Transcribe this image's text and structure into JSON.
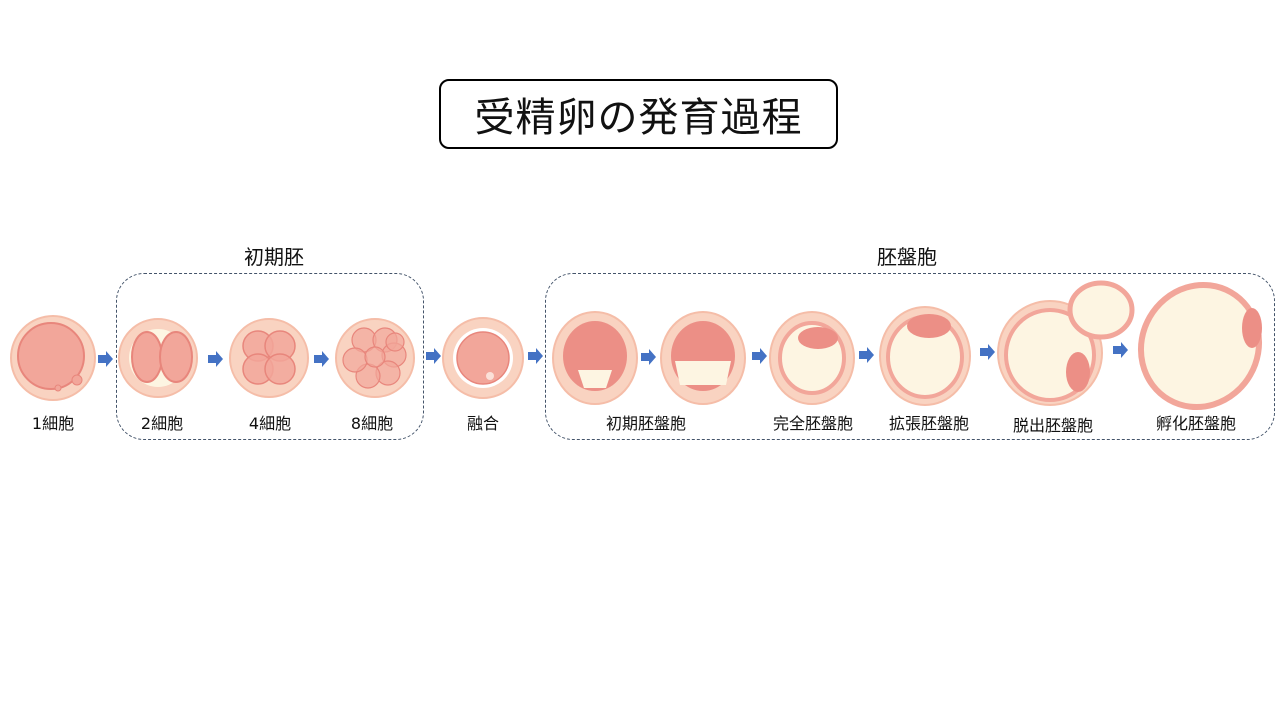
{
  "title": "受精卵の発育過程",
  "groups": {
    "early_embryo": "初期胚",
    "blastocyst": "胚盤胞"
  },
  "stages": [
    "1細胞",
    "2細胞",
    "4細胞",
    "8細胞",
    "融合",
    "初期胚盤胞",
    "完全胚盤胞",
    "拡張胚盤胞",
    "脱出胚盤胞",
    "孵化胚盤胞"
  ],
  "colors": {
    "zona": "#f9d3c1",
    "cell": "#f2a69a",
    "cell_stroke": "#e8867c",
    "cavity": "#fdf5e2",
    "arrow": "#4472c4",
    "dash": "#44546a"
  }
}
